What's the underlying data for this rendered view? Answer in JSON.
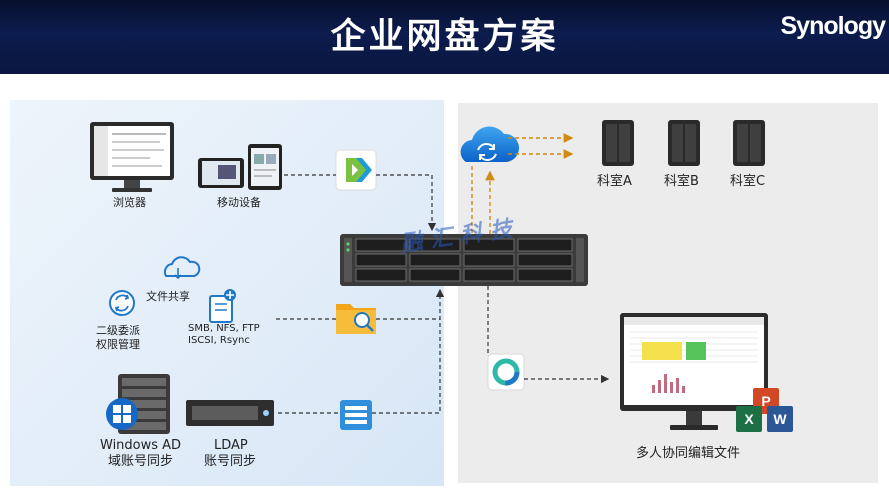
{
  "header": {
    "title": "企业网盘方案",
    "brand": "Synology"
  },
  "left": {
    "browser": "浏览器",
    "mobile": "移动设备",
    "file_share": "文件共享",
    "delegation": [
      "二级委派",
      "权限管理"
    ],
    "protocols": [
      "SMB, NFS, FTP",
      "ISCSI, Rsync"
    ],
    "windows_ad": [
      "Windows AD",
      "域账号同步"
    ],
    "ldap": [
      "LDAP",
      "账号同步"
    ]
  },
  "right": {
    "labs": [
      "科室A",
      "科室B",
      "科室C"
    ],
    "collab": "多人协同编辑文件"
  },
  "watermark": "融汇科技"
}
